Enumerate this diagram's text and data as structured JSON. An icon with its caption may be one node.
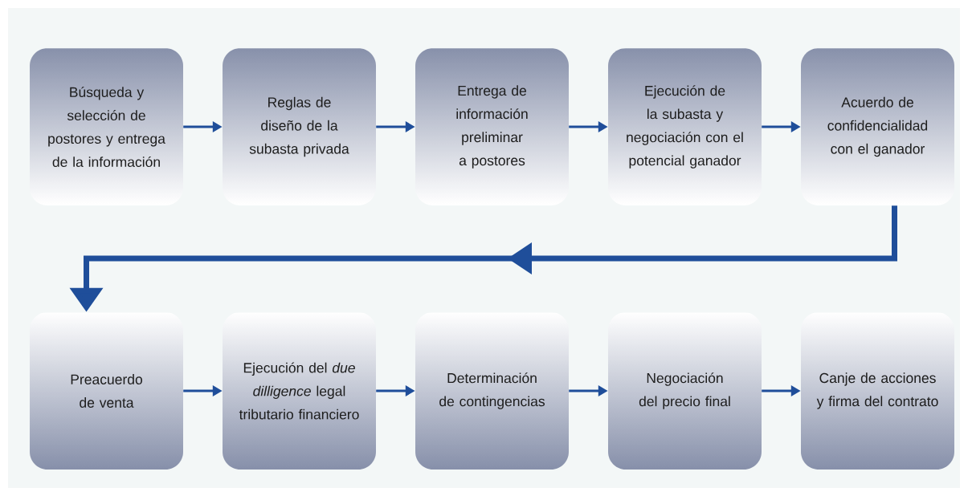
{
  "diagram": {
    "nodes": [
      {
        "text": [
          "Búsqueda y selección de postores y entrega de la información"
        ]
      },
      {
        "text": [
          "Reglas de diseño de la subasta privada"
        ]
      },
      {
        "text": [
          "Entrega de información preliminar a postores"
        ]
      },
      {
        "text": [
          "Ejecución de la subasta y negociación con el potencial ganador"
        ]
      },
      {
        "text": [
          "Acuerdo de confidencialidad con el ganador"
        ]
      },
      {
        "text": [
          "Preacuerdo de venta"
        ]
      },
      {
        "text": [
          "Ejecución del *due dilligence* legal tributario financiero"
        ]
      },
      {
        "text": [
          "Determinación de contingencias"
        ]
      },
      {
        "text": [
          "Negociación del precio final"
        ]
      },
      {
        "text": [
          "Canje de acciones y firma del contrato"
        ]
      }
    ],
    "edges": [
      {
        "from": 0,
        "to": 1,
        "arrow": "to"
      },
      {
        "from": 1,
        "to": 2,
        "arrow": "to"
      },
      {
        "from": 2,
        "to": 3,
        "arrow": "to"
      },
      {
        "from": 3,
        "to": 4,
        "arrow": "to"
      },
      {
        "from": 4,
        "to": 5,
        "arrow": "to",
        "style": "thick"
      },
      {
        "from": 5,
        "to": 6,
        "arrow": "to"
      },
      {
        "from": 6,
        "to": 7,
        "arrow": "to"
      },
      {
        "from": 7,
        "to": 8,
        "arrow": "to"
      },
      {
        "from": 8,
        "to": 9,
        "arrow": "to"
      }
    ]
  }
}
